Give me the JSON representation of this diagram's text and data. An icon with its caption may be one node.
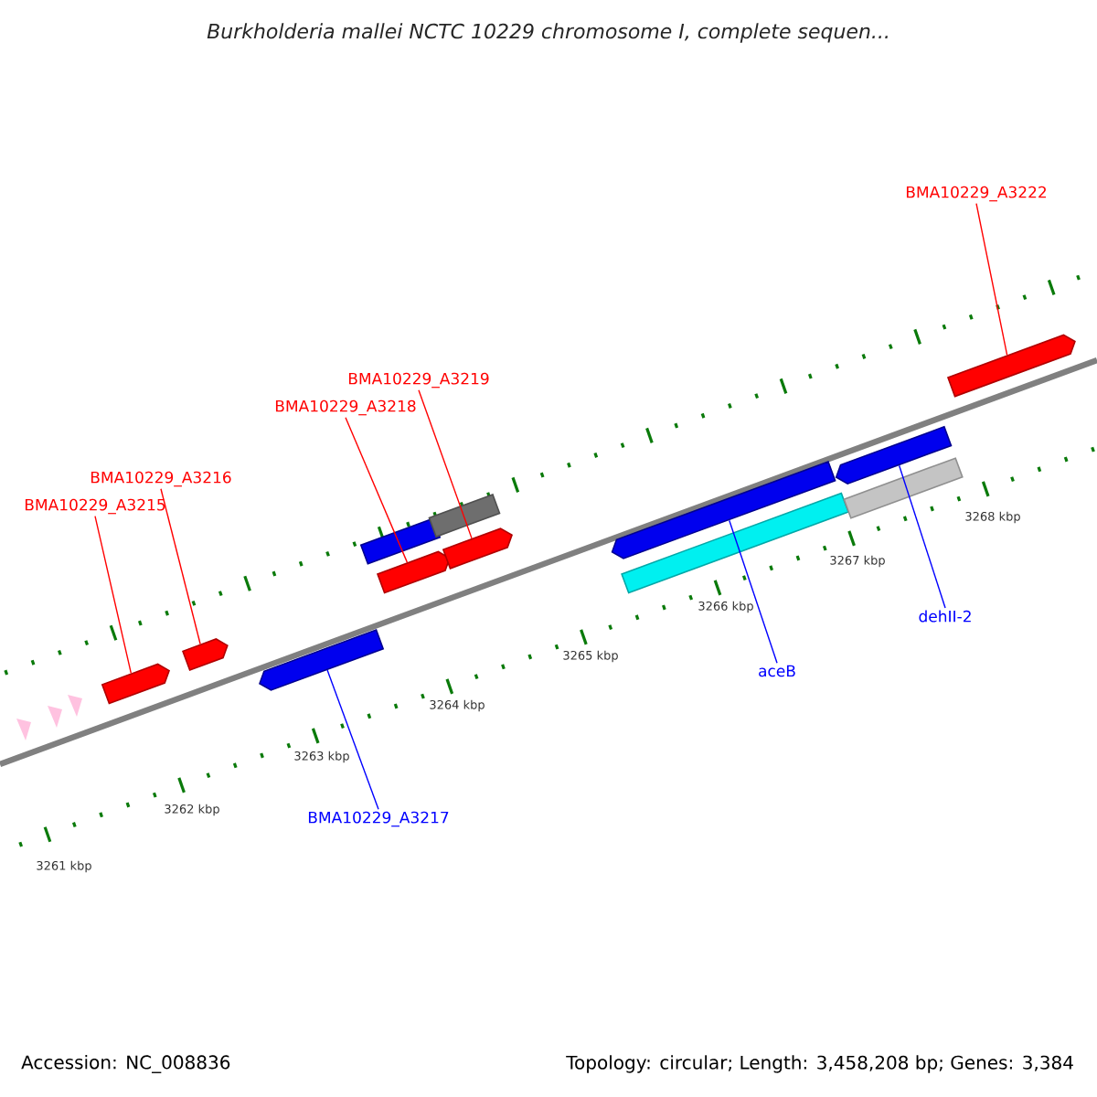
{
  "diagram": {
    "title": "Burkholderia mallei NCTC 10229 chromosome I, complete sequen...",
    "nodes": [
      {
        "text": [
          "BMA10229_A3222"
        ]
      },
      {
        "text": [
          "BMA10229_A3219"
        ]
      },
      {
        "text": [
          "BMA10229_A3218"
        ]
      },
      {
        "text": [
          "BMA10229_A3216"
        ]
      },
      {
        "text": [
          "BMA10229_A3215"
        ]
      },
      {
        "text": [
          "BMA10229_A3217"
        ]
      },
      {
        "text": [
          "aceB"
        ]
      },
      {
        "text": [
          "dehII-2"
        ]
      },
      {
        "text": [],
        "shape": "bar"
      },
      {
        "text": [],
        "shape": "bar"
      },
      {
        "text": [],
        "shape": "bar"
      },
      {
        "text": [],
        "shape": "bar"
      },
      {
        "text": [],
        "shape": "bar"
      },
      {
        "text": [],
        "shape": "bar"
      },
      {
        "text": [],
        "shape": "bar"
      },
      {
        "text": [],
        "shape": "bar"
      },
      {
        "text": [],
        "shape": "bar"
      },
      {
        "text": [],
        "shape": "bar"
      },
      {
        "text": [],
        "shape": "bar"
      },
      {
        "text": [],
        "shape": "bar"
      }
    ],
    "edges": [
      {
        "from": 4,
        "to": 8,
        "arrow": "none"
      },
      {
        "from": 3,
        "to": 9,
        "arrow": "none"
      },
      {
        "from": 5,
        "to": 10,
        "arrow": "none",
        "color": "#0000ff"
      },
      {
        "from": 2,
        "to": 12,
        "arrow": "none"
      },
      {
        "from": 1,
        "to": 14,
        "arrow": "none"
      },
      {
        "from": 6,
        "to": 15,
        "arrow": "none",
        "color": "#0000ff"
      },
      {
        "from": 7,
        "to": 17,
        "arrow": "none",
        "color": "#0000ff"
      },
      {
        "from": 0,
        "to": 19,
        "arrow": "none"
      }
    ],
    "labels": [
      "3268 kbp",
      "3267 kbp",
      "3266 kbp",
      "3265 kbp",
      "3264 kbp",
      "3263 kbp",
      "3262 kbp",
      "3261 kbp",
      "Accession: NC_008836",
      "Topology: circular; Length: 3,458,208 bp; Genes: 3,384"
    ]
  }
}
